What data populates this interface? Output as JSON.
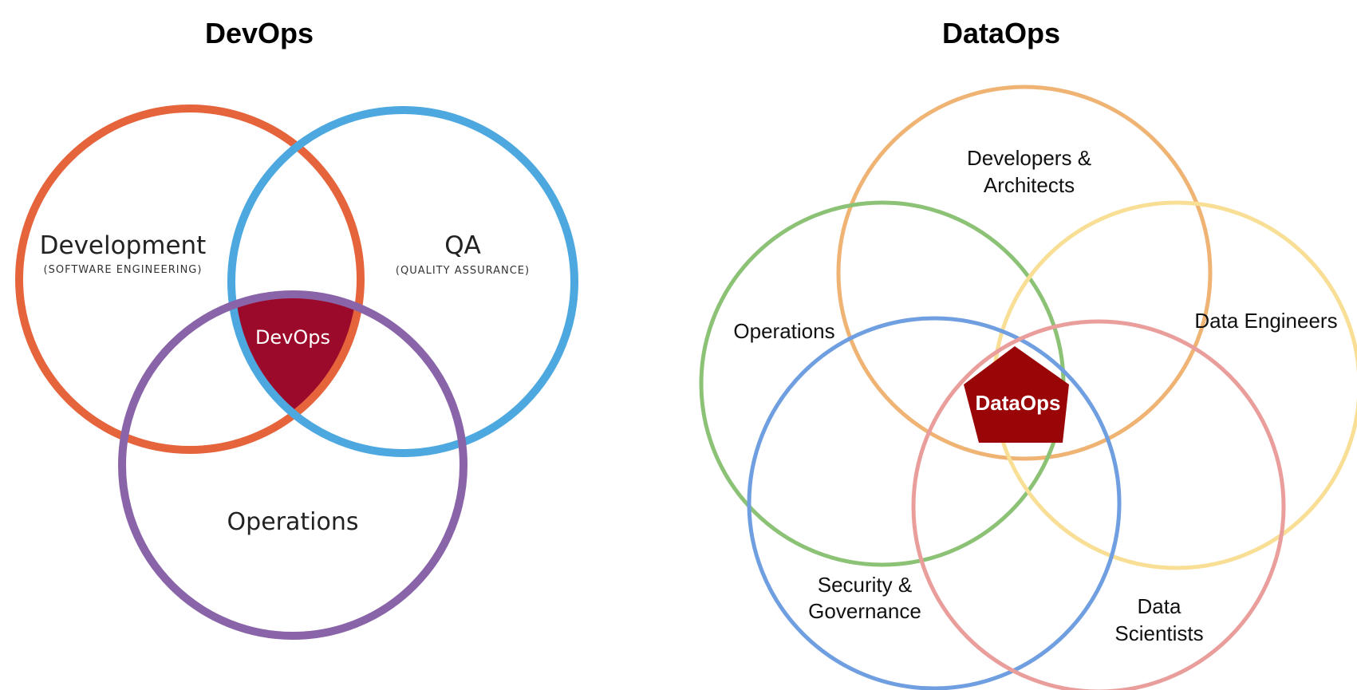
{
  "left": {
    "title": "DevOps",
    "development": {
      "label": "Development",
      "sublabel": "(SOFTWARE ENGINEERING)"
    },
    "qa": {
      "label": "QA",
      "sublabel": "(QUALITY ASSURANCE)"
    },
    "operations": {
      "label": "Operations"
    },
    "center": {
      "label": "DevOps"
    }
  },
  "right": {
    "title": "DataOps",
    "developers_architects": {
      "line1": "Developers &",
      "line2": "Architects"
    },
    "operations": {
      "label": "Operations"
    },
    "data_engineers": {
      "label": "Data Engineers"
    },
    "security_governance": {
      "line1": "Security &",
      "line2": "Governance"
    },
    "data_scientists": {
      "line1": "Data",
      "line2": "Scientists"
    },
    "center": {
      "label": "DataOps"
    }
  },
  "colors": {
    "development": "#e5643c",
    "qa": "#4ea8e0",
    "operations_left": "#8a64a8",
    "center_fill": "#9b0a2a",
    "developers_architects": "#efb374",
    "operations_right": "#8cc275",
    "data_engineers": "#f8df95",
    "security_governance": "#6f9fe0",
    "data_scientists": "#e99e9b",
    "center_fill_right": "#9a0508"
  }
}
